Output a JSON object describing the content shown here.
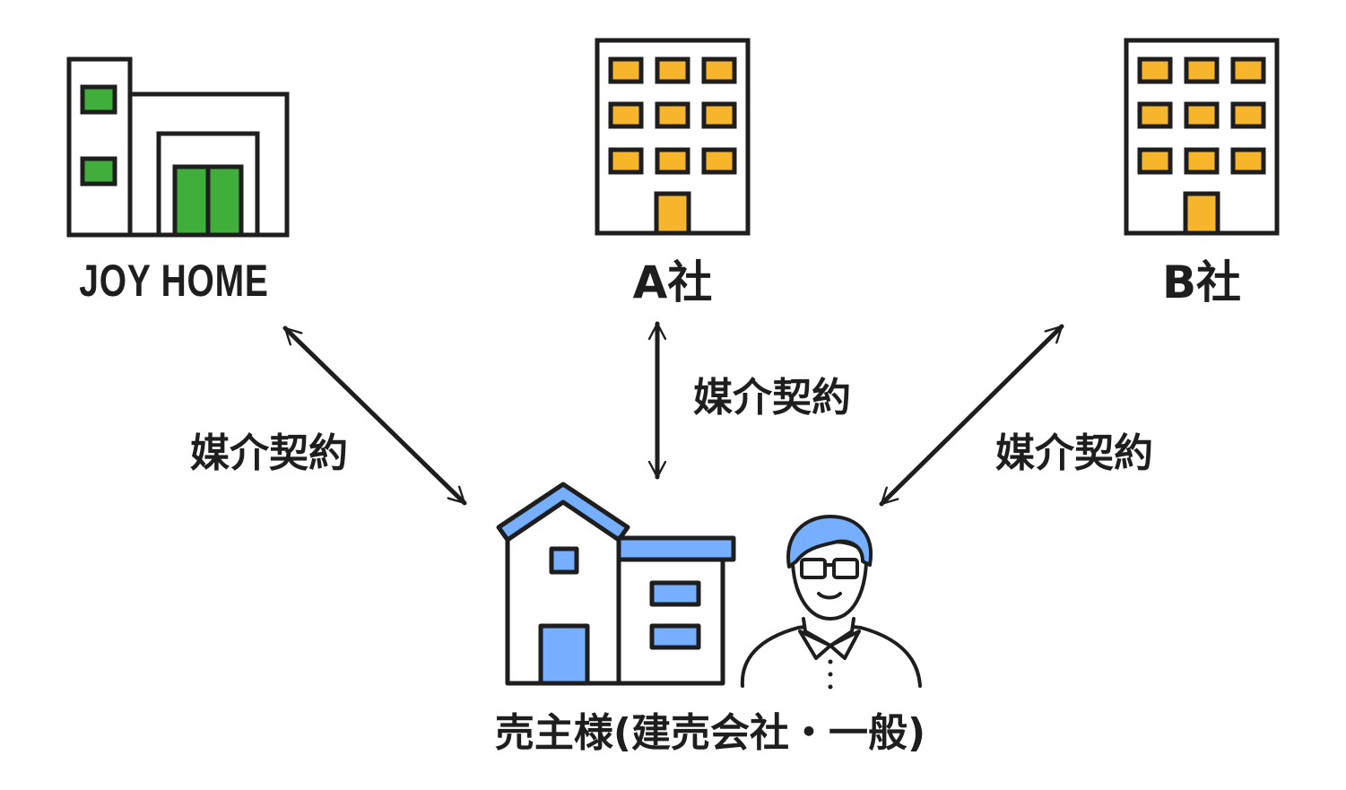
{
  "companies": {
    "joy": "JOY HOME",
    "a": "A社",
    "b": "B社"
  },
  "contracts": {
    "left": "媒介契約",
    "center": "媒介契約",
    "right": "媒介契約"
  },
  "seller": "売主様(建売会社・一般)",
  "colors": {
    "outline": "#1e1e1e",
    "joy_accent": "#3fae3a",
    "office_window": "#f7b52b",
    "house_blue": "#76afff"
  },
  "icons": [
    "joy-home-building-icon",
    "office-building-icon",
    "house-icon",
    "person-icon",
    "double-arrow-icon"
  ]
}
